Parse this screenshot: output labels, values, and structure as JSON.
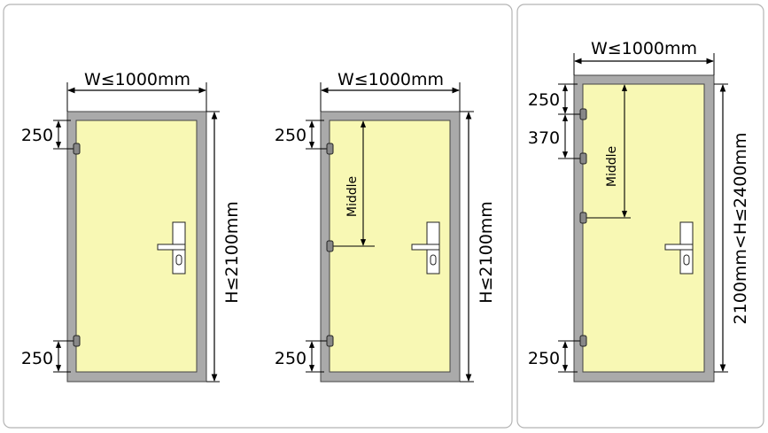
{
  "colors": {
    "frame": "#aaaaaa",
    "door": "#f8f8b4",
    "panel_border": "#b4b4b4",
    "line": "#000000"
  },
  "diagrams": [
    {
      "width_label": "W≤1000mm",
      "height_label": "H≤2100mm",
      "top_dim": "250",
      "bottom_dim": "250"
    },
    {
      "width_label": "W≤1000mm",
      "height_label": "H≤2100mm",
      "top_dim": "250",
      "bottom_dim": "250",
      "middle_label": "Middle"
    },
    {
      "width_label": "W≤1000mm",
      "height_label": "2100mm<H≤2400mm",
      "top_dim": "250",
      "second_dim": "370",
      "bottom_dim": "250",
      "middle_label": "Middle"
    }
  ]
}
